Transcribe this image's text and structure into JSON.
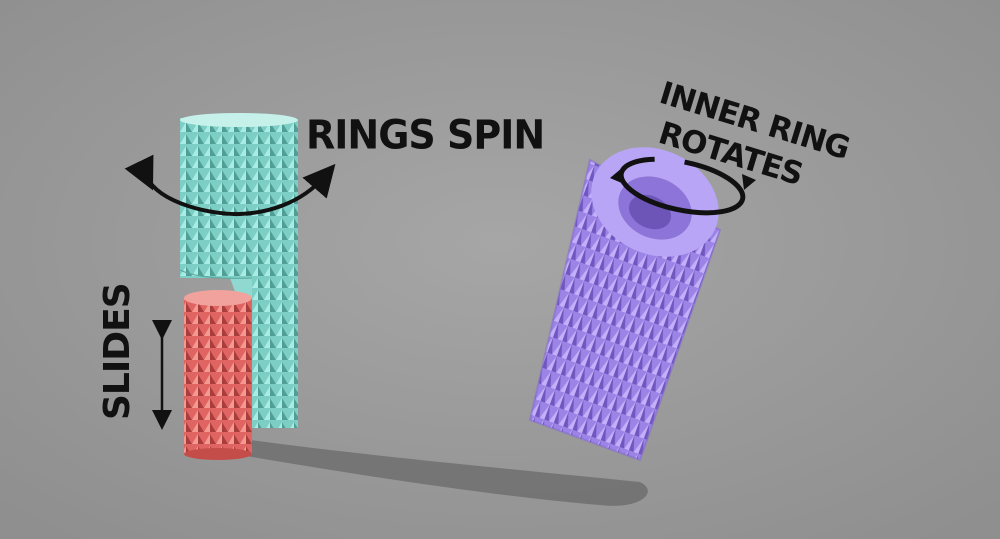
{
  "labels": {
    "rings_spin": "RINGS SPIN",
    "slides": "SLIDES",
    "inner_ring_line1": "INNER RING",
    "inner_ring_line2": "ROTATES"
  },
  "colors": {
    "background": "#9a9a9a",
    "teal_part": "#86d9cf",
    "red_part": "#e96a66",
    "purple_part": "#a88ef0",
    "text": "#111111"
  },
  "objects": [
    {
      "name": "teal-spiked-cylinder"
    },
    {
      "name": "red-spiked-cylinder"
    },
    {
      "name": "purple-spiked-tube"
    }
  ]
}
